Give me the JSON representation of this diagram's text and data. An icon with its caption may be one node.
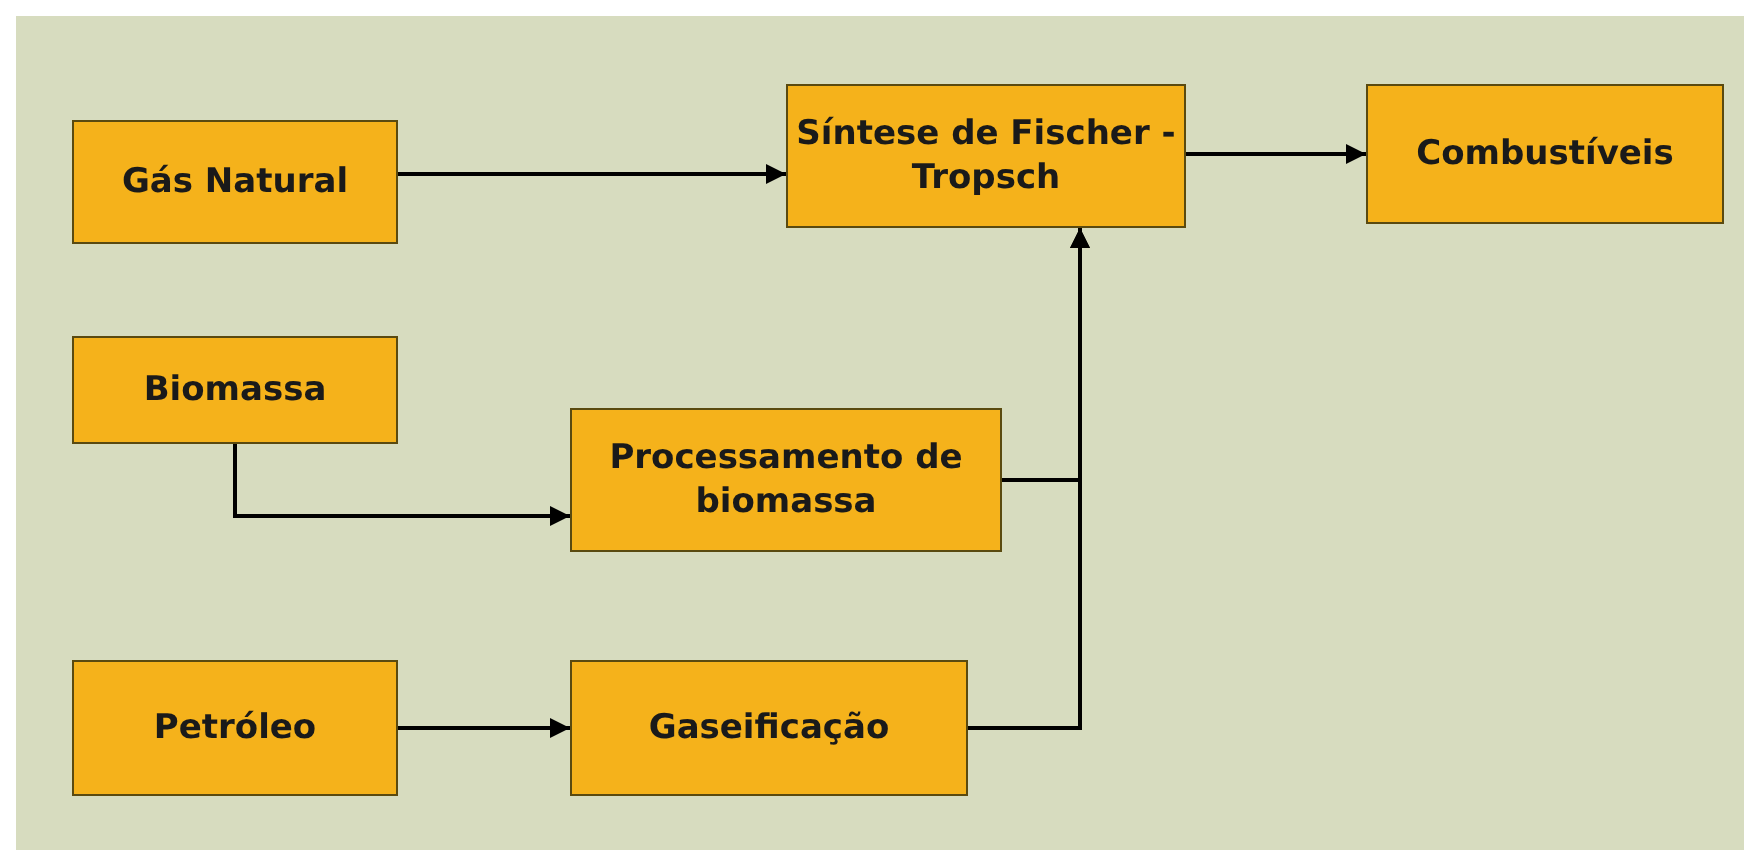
{
  "diagram": {
    "nodes": [
      {
        "text": [
          "Gás Natural"
        ]
      },
      {
        "text": [
          "Síntese de Fischer -Tropsch"
        ]
      },
      {
        "text": [
          "Combustíveis"
        ]
      },
      {
        "text": [
          "Biomassa"
        ]
      },
      {
        "text": [
          "Processamento de biomassa"
        ]
      },
      {
        "text": [
          "Petróleo"
        ]
      },
      {
        "text": [
          "Gaseificação"
        ]
      }
    ],
    "edges": [
      {
        "from": 0,
        "to": 1,
        "arrow": "to"
      },
      {
        "from": 1,
        "to": 2,
        "arrow": "to"
      },
      {
        "from": 3,
        "to": 4,
        "arrow": "to"
      },
      {
        "from": 4,
        "to": 1,
        "arrow": "to"
      },
      {
        "from": 5,
        "to": 6,
        "arrow": "to"
      },
      {
        "from": 6,
        "to": 1,
        "arrow": "to"
      }
    ]
  }
}
